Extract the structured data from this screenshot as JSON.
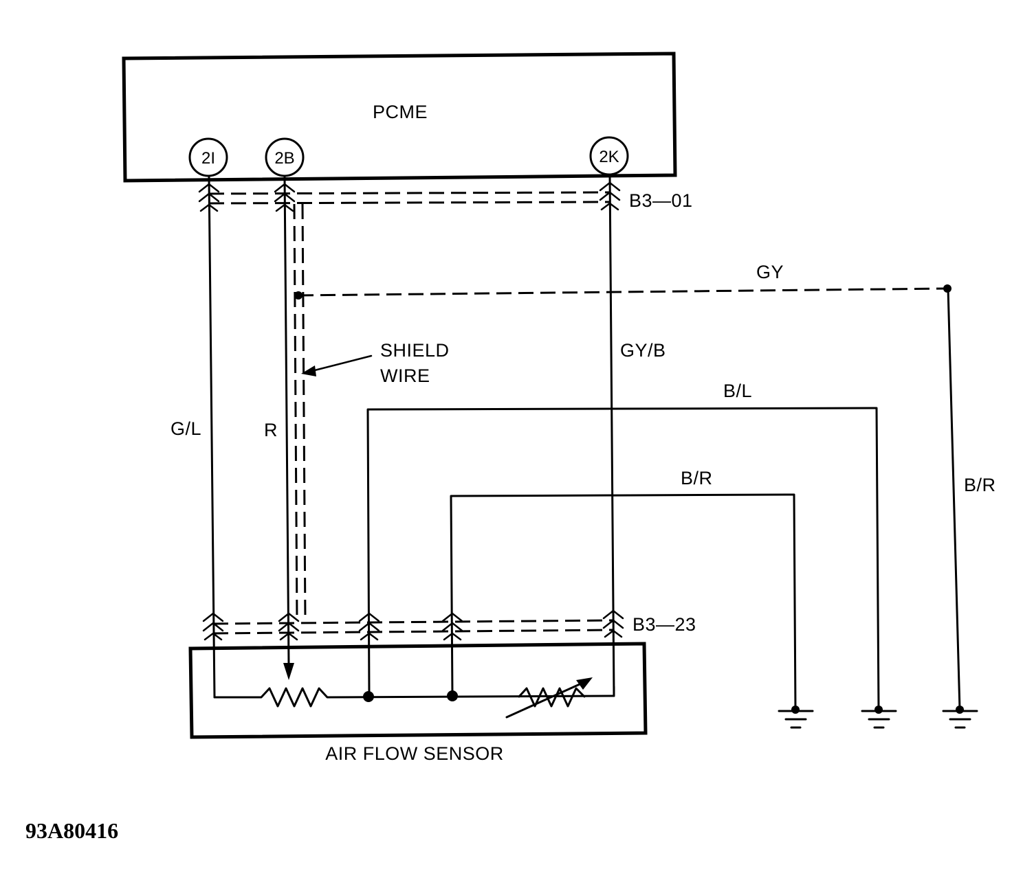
{
  "module": {
    "name": "PCME"
  },
  "pins": {
    "p1": "2I",
    "p2": "2B",
    "p3": "2K"
  },
  "connectors": {
    "upper": "B3—01",
    "lower": "B3—23"
  },
  "wires": {
    "gl": "G/L",
    "r": "R",
    "gyb": "GY/B",
    "gy": "GY",
    "bl": "B/L",
    "br_inner": "B/R",
    "br_outer": "B/R"
  },
  "shield": {
    "line1": "SHIELD",
    "line2": "WIRE"
  },
  "sensor": {
    "name": "AIR FLOW SENSOR"
  },
  "figure_id": "93A80416"
}
